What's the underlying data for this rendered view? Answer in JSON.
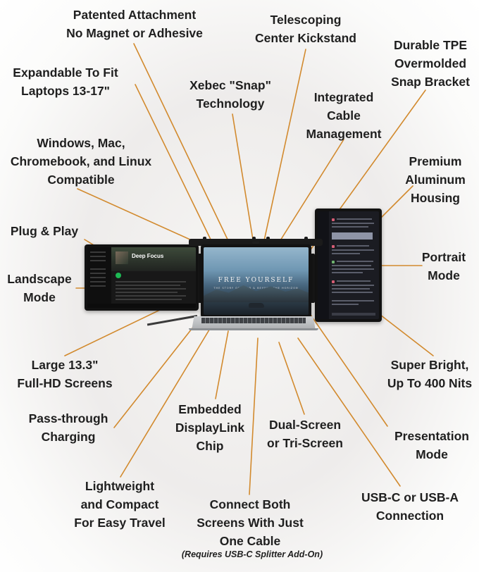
{
  "labels": {
    "patented_attachment": [
      "Patented Attachment",
      "No Magnet or Adhesive"
    ],
    "telescoping_kickstand": [
      "Telescoping",
      "Center Kickstand"
    ],
    "durable_tpe": [
      "Durable TPE",
      "Overmolded",
      "Snap Bracket"
    ],
    "expandable": [
      "Expandable To Fit",
      "Laptops 13-17\""
    ],
    "xebec_snap": [
      "Xebec \"Snap\"",
      "Technology"
    ],
    "cable_management": [
      "Integrated",
      "Cable",
      "Management"
    ],
    "compatible": [
      "Windows, Mac,",
      "Chromebook, and Linux",
      "Compatible"
    ],
    "aluminum_housing": [
      "Premium",
      "Aluminum",
      "Housing"
    ],
    "plug_play": [
      "Plug & Play"
    ],
    "portrait_mode": [
      "Portrait",
      "Mode"
    ],
    "landscape_mode": [
      "Landscape",
      "Mode"
    ],
    "super_bright": [
      "Super Bright,",
      "Up To 400 Nits"
    ],
    "large_screens": [
      "Large 13.3\"",
      "Full-HD Screens"
    ],
    "pass_through": [
      "Pass-through",
      "Charging"
    ],
    "displaylink": [
      "Embedded",
      "DisplayLink",
      "Chip"
    ],
    "dual_tri": [
      "Dual-Screen",
      "or Tri-Screen"
    ],
    "presentation_mode": [
      "Presentation",
      "Mode"
    ],
    "lightweight": [
      "Lightweight",
      "and Compact",
      "For Easy Travel"
    ],
    "connect_both": [
      "Connect Both",
      "Screens With Just",
      "One Cable"
    ],
    "usb_connection": [
      "USB-C or USB-A",
      "Connection"
    ]
  },
  "footnote": "(Requires USB-C Splitter Add-On)",
  "screens": {
    "left_playlist_title": "Deep Focus",
    "center_film_title": "FREE YOURSELF",
    "center_film_subtitle": "THE STORY OF ROAD & BEYOND THE HORIZON"
  },
  "colors": {
    "leader_line": "#d28a2e",
    "label_text": "#1f1f1f",
    "bezel": "#121212"
  }
}
